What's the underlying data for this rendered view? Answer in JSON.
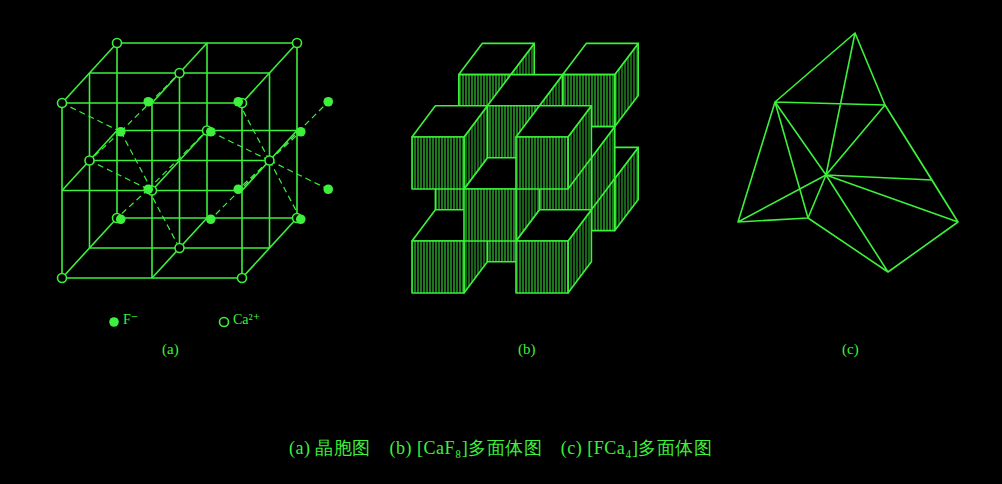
{
  "diagram": {
    "caption": "(a) 晶胞图　(b) [CaF₈]多面体图　(c) [FCa₄]多面体图",
    "labels": [
      "(a)",
      "(b)",
      "(c)"
    ],
    "legend": [
      {
        "text": "F⁻"
      },
      {
        "text": "Ca²⁺"
      }
    ]
  }
}
